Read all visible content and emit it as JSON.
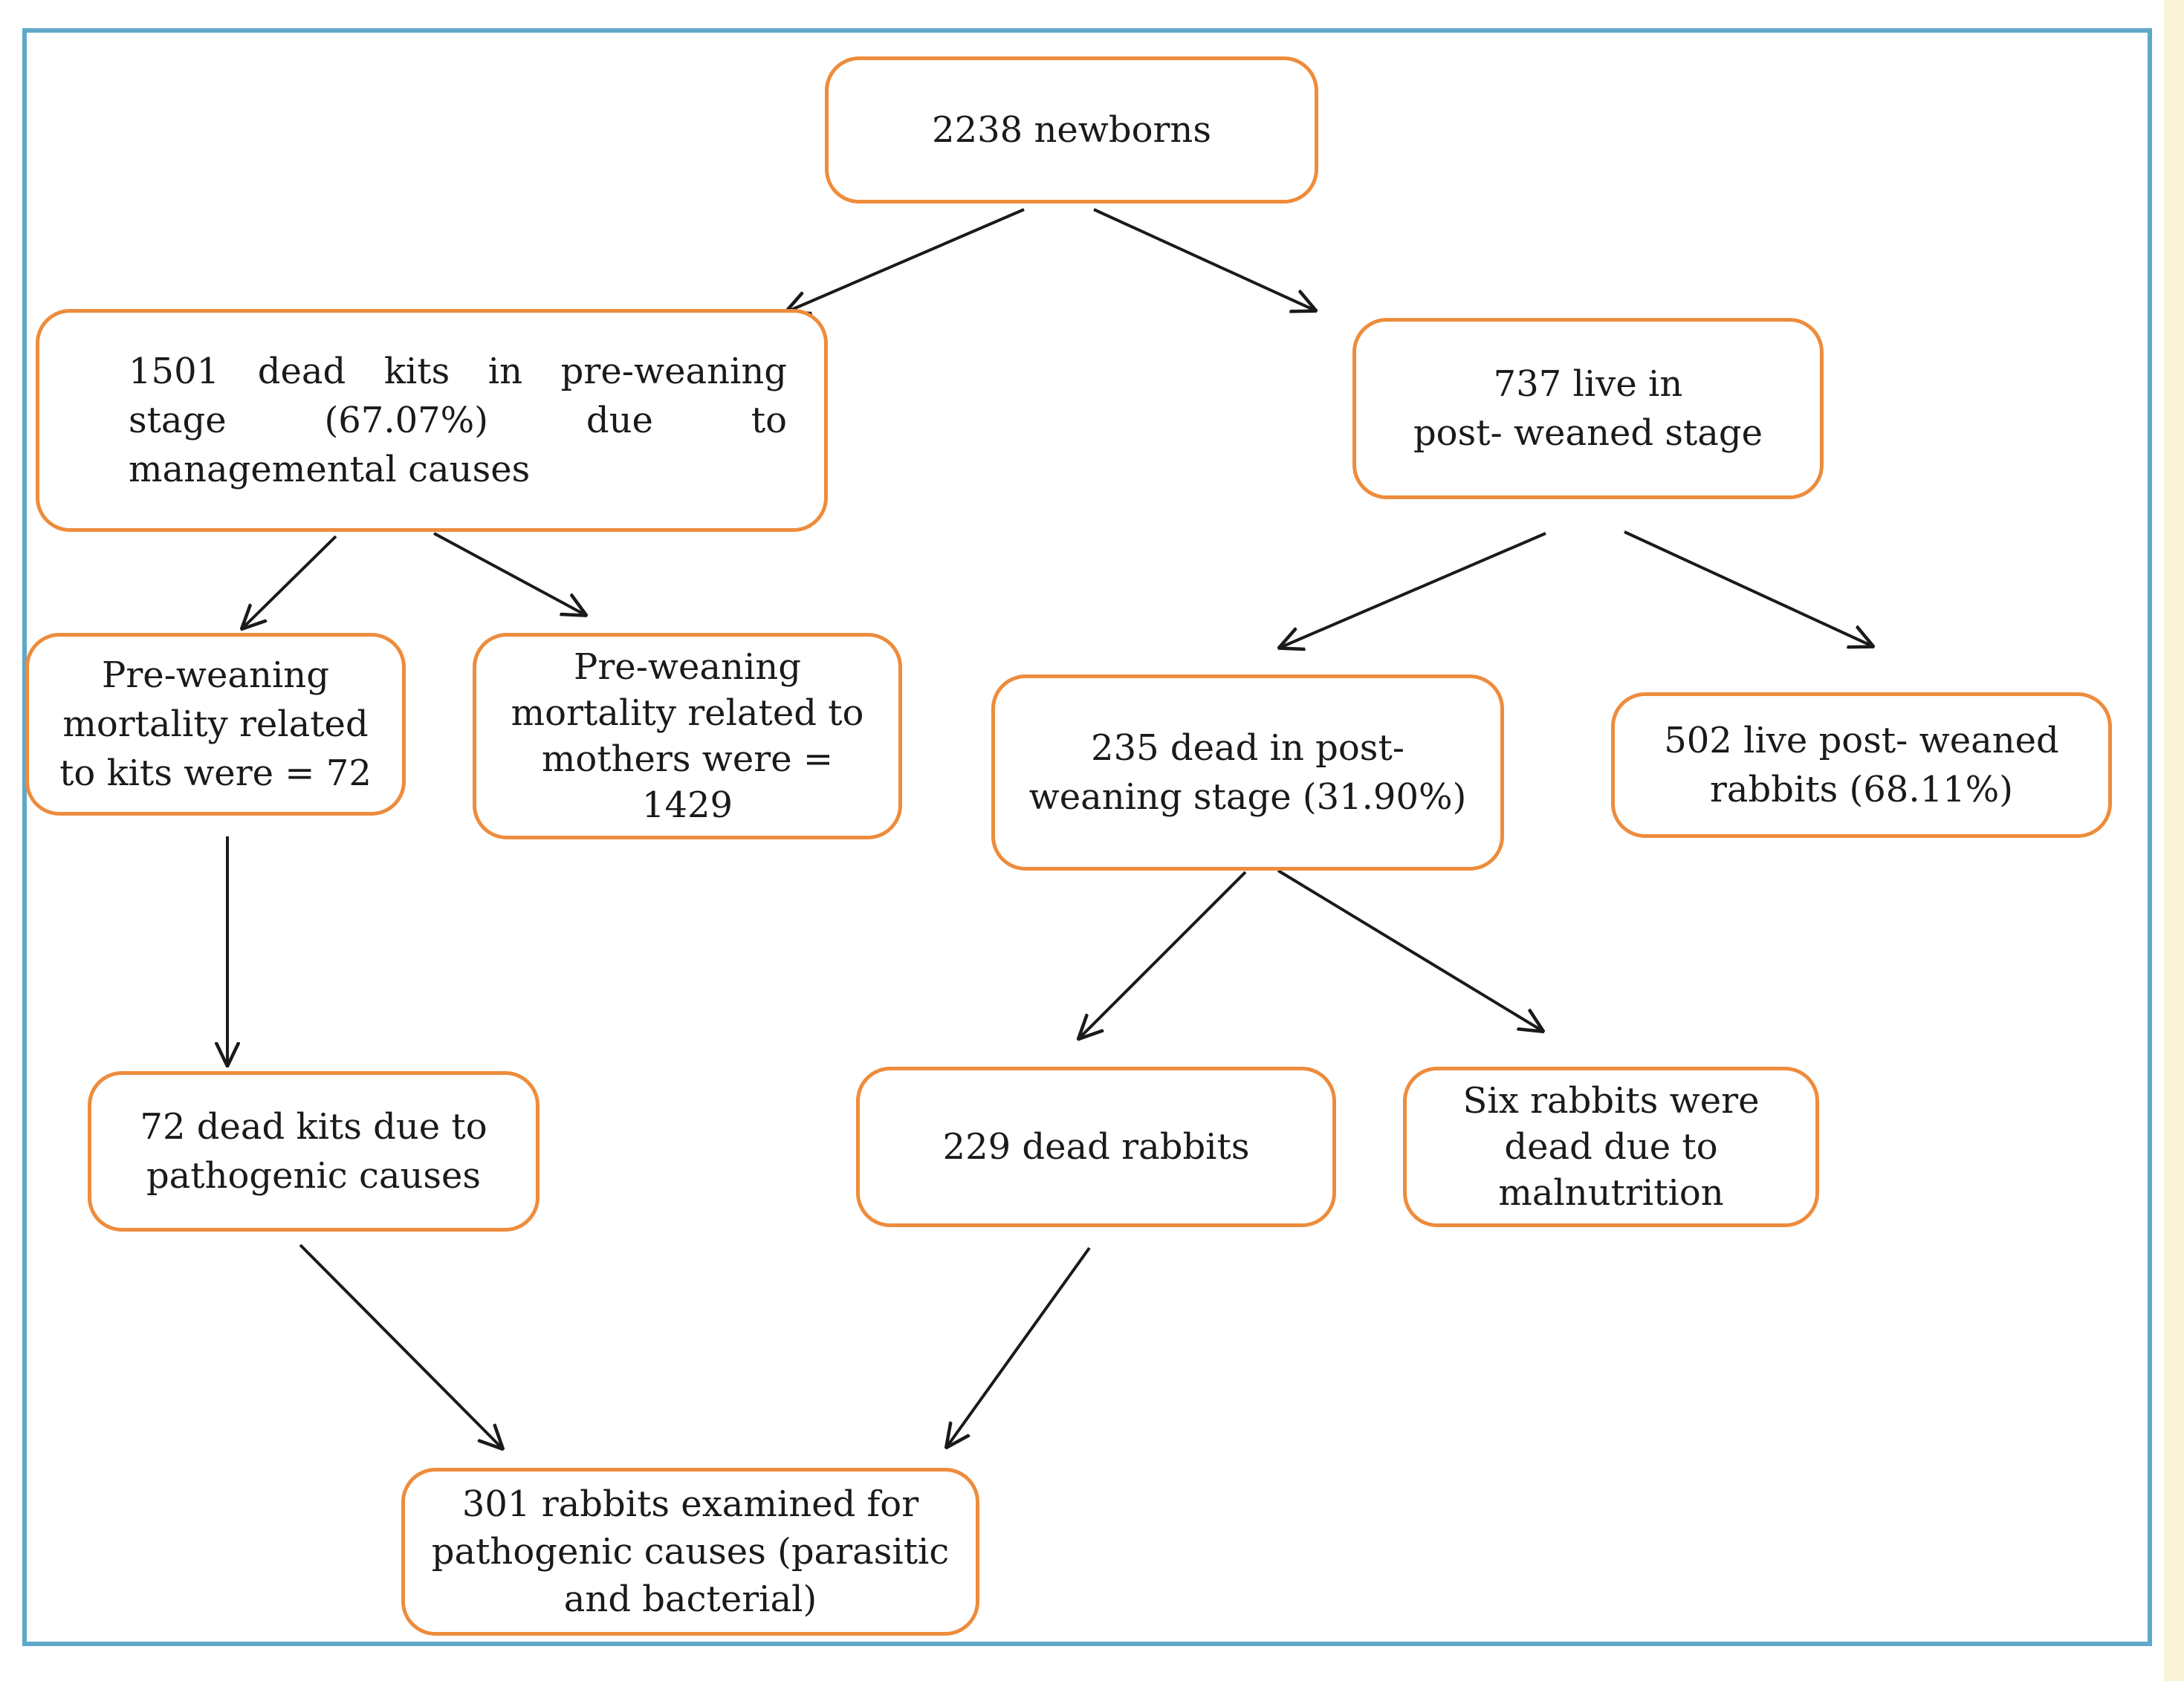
{
  "nodes": {
    "newborns": "2238 newborns",
    "pre_weaning_dead": "1501 dead kits in pre-weaning stage (67.07%) due to managemental causes",
    "post_weaned_live": "737 live in\npost- weaned stage",
    "kits_related": "Pre-weaning\nmortality related\nto kits were = 72",
    "mothers_related": "Pre-weaning\nmortality related to\nmothers were =\n1429",
    "post_weaning_dead": "235 dead in post-\nweaning stage (31.90%)",
    "live_post_weaned": "502 live post- weaned\nrabbits (68.11%)",
    "pathogenic_kits": "72 dead kits due to\npathogenic causes",
    "dead_229": "229 dead rabbits",
    "malnutrition": "Six rabbits were\ndead due to\nmalnutrition",
    "examined": "301 rabbits examined for\npathogenic causes (parasitic\nand bacterial)"
  },
  "colors": {
    "node_border": "#ed8c3c",
    "frame_border": "#5fa8c9",
    "arrow": "#1a1a1a"
  }
}
